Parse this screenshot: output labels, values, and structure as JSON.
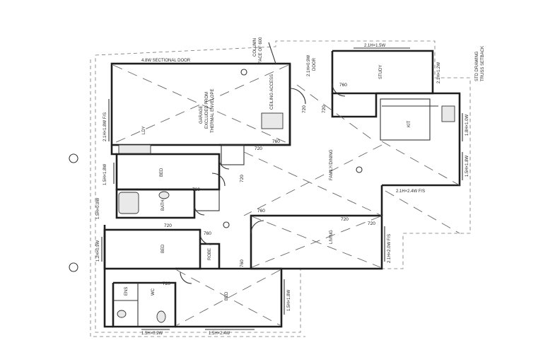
{
  "drawing": {
    "title": "Floor plan drawing",
    "labels": {
      "sectional_door": "4.8W SECTIONAL DOOR",
      "top_window": "2.1H×1.5W",
      "column_note_1": "FACE OF 600",
      "column_note_2": "COLUMN",
      "door_note_1": "2.1H×0.9W",
      "door_note_2": "DOOR",
      "top_right_1": "STD DRAWING",
      "top_right_2": "TRUSS SETBACK",
      "garage": "GARAGE",
      "garage_note_1": "EXCLUDED FROM",
      "garage_note_2": "THERMAL ENVELOPE",
      "ceiling_access": "CEILING ACCESS",
      "study": "STUDY",
      "family_dining": "FAMILY/DINING",
      "living": "LIVING",
      "bed": "BED",
      "bath": "BATH",
      "ens": "ENS",
      "robe": "ROBE",
      "wc": "WC",
      "ldy": "LDY",
      "kitchen": "KIT",
      "left_window_1": "2.1H×1.8W F/S",
      "left_window_2": "1.5H×1.8W",
      "left_window_3": "1.5H×0.9W",
      "right_window_1": "1.8H×1.0W",
      "right_window_2": "1.5H×1.8W",
      "right_window_3": "2.1H×2.4W F/S",
      "right_window_4": "2.1H×2.0W F/S",
      "right_window_5": "1.5H×1.8W",
      "bottom_window": "1.5H×2.4W",
      "bottom_left_window": "1.5H×0.9W",
      "right_top": "2.1H×1.2W",
      "rear_wall": "1.2H×0.9W"
    },
    "dims": [
      "760",
      "760",
      "760",
      "760",
      "720",
      "720",
      "760",
      "760",
      "720",
      "720",
      "720",
      "720",
      "720",
      "720"
    ]
  }
}
